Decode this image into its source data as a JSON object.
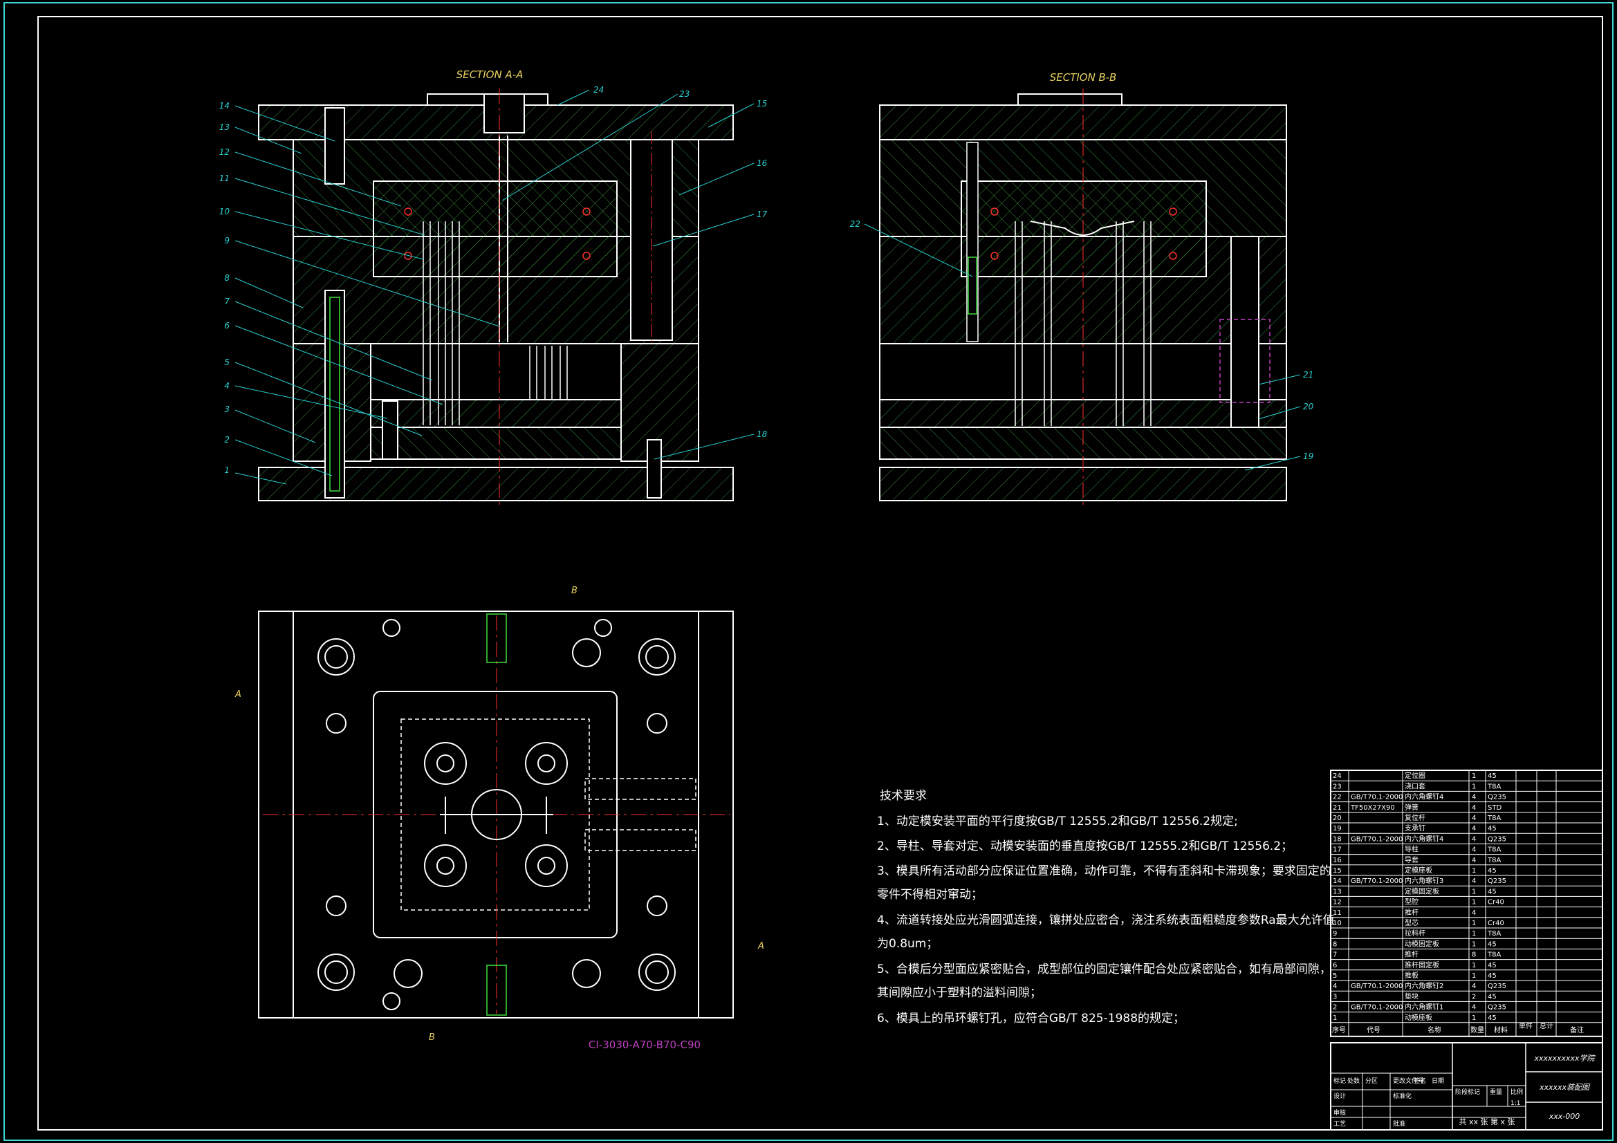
{
  "sections": {
    "a_title": "SECTION A-A",
    "b_title": "SECTION B-B"
  },
  "balloons_a": [
    "1",
    "2",
    "3",
    "4",
    "5",
    "6",
    "7",
    "8",
    "9",
    "10",
    "11",
    "12",
    "13",
    "14",
    "15",
    "16",
    "17",
    "18",
    "23",
    "24"
  ],
  "balloons_b": [
    "19",
    "20",
    "21",
    "22"
  ],
  "plan_view": {
    "marker_a": "A",
    "marker_b": "B",
    "mold_code": "CI-3030-A70-B70-C90"
  },
  "tech_requirements": {
    "heading": "技术要求",
    "items": [
      "1、动定模安装平面的平行度按GB/T 12555.2和GB/T 12556.2规定;",
      "2、导柱、导套对定、动模安装面的垂直度按GB/T 12555.2和GB/T 12556.2；",
      "3、模具所有活动部分应保证位置准确，动作可靠，不得有歪斜和卡滞现象；要求固定的",
      "   零件不得相对窜动；",
      "4、流道转接处应光滑圆弧连接，镶拼处应密合，浇注系统表面粗糙度参数Ra最大允许值",
      "   为0.8um；",
      "5、合模后分型面应紧密贴合，成型部位的固定镶件配合处应紧密贴合，如有局部间隙，",
      "   其间隙应小于塑料的溢料间隙；",
      "6、模具上的吊环螺钉孔，应符合GB/T 825-1988的规定；"
    ]
  },
  "bom": [
    {
      "no": "24",
      "code": "",
      "name": "定位圈",
      "qty": "1",
      "mat": "45",
      "note": ""
    },
    {
      "no": "23",
      "code": "",
      "name": "浇口套",
      "qty": "1",
      "mat": "T8A",
      "note": ""
    },
    {
      "no": "22",
      "code": "GB/T70.1-2000",
      "name": "内六角螺钉4",
      "qty": "4",
      "mat": "Q235",
      "note": ""
    },
    {
      "no": "21",
      "code": "TF50X27X90",
      "name": "弹簧",
      "qty": "4",
      "mat": "STD",
      "note": ""
    },
    {
      "no": "20",
      "code": "",
      "name": "复位杆",
      "qty": "4",
      "mat": "T8A",
      "note": ""
    },
    {
      "no": "19",
      "code": "",
      "name": "支承钉",
      "qty": "4",
      "mat": "45",
      "note": ""
    },
    {
      "no": "18",
      "code": "GB/T70.1-2000",
      "name": "内六角螺钉4",
      "qty": "4",
      "mat": "Q235",
      "note": ""
    },
    {
      "no": "17",
      "code": "",
      "name": "导柱",
      "qty": "4",
      "mat": "T8A",
      "note": ""
    },
    {
      "no": "16",
      "code": "",
      "name": "导套",
      "qty": "4",
      "mat": "T8A",
      "note": ""
    },
    {
      "no": "15",
      "code": "",
      "name": "定模座板",
      "qty": "1",
      "mat": "45",
      "note": ""
    },
    {
      "no": "14",
      "code": "GB/T70.1-2000",
      "name": "内六角螺钉3",
      "qty": "4",
      "mat": "Q235",
      "note": ""
    },
    {
      "no": "13",
      "code": "",
      "name": "定模固定板",
      "qty": "1",
      "mat": "45",
      "note": ""
    },
    {
      "no": "12",
      "code": "",
      "name": "型腔",
      "qty": "1",
      "mat": "Cr40",
      "note": ""
    },
    {
      "no": "11",
      "code": "",
      "name": "推杆",
      "qty": "4",
      "mat": "",
      "note": ""
    },
    {
      "no": "10",
      "code": "",
      "name": "型芯",
      "qty": "1",
      "mat": "Cr40",
      "note": ""
    },
    {
      "no": "9",
      "code": "",
      "name": "拉料杆",
      "qty": "1",
      "mat": "T8A",
      "note": ""
    },
    {
      "no": "8",
      "code": "",
      "name": "动模固定板",
      "qty": "1",
      "mat": "45",
      "note": ""
    },
    {
      "no": "7",
      "code": "",
      "name": "推杆",
      "qty": "8",
      "mat": "T8A",
      "note": ""
    },
    {
      "no": "6",
      "code": "",
      "name": "推杆固定板",
      "qty": "1",
      "mat": "45",
      "note": ""
    },
    {
      "no": "5",
      "code": "",
      "name": "推板",
      "qty": "1",
      "mat": "45",
      "note": ""
    },
    {
      "no": "4",
      "code": "GB/T70.1-2000",
      "name": "内六角螺钉2",
      "qty": "4",
      "mat": "Q235",
      "note": ""
    },
    {
      "no": "3",
      "code": "",
      "name": "垫块",
      "qty": "2",
      "mat": "45",
      "note": ""
    },
    {
      "no": "2",
      "code": "GB/T70.1-2000",
      "name": "内六角螺钉1",
      "qty": "4",
      "mat": "Q235",
      "note": ""
    },
    {
      "no": "1",
      "code": "",
      "name": "动模座板",
      "qty": "1",
      "mat": "45",
      "note": ""
    }
  ],
  "bom_header": {
    "no": "序号",
    "code": "代号",
    "name": "名称",
    "qty": "数量",
    "mat": "材料",
    "w1": "单件",
    "w2": "总计",
    "note": "备注"
  },
  "title_block": {
    "school": "xxxxxxxxxx学院",
    "drawing": "xxxxxx装配图",
    "number": "xxx-000",
    "scale": "1:1",
    "sheets": "共 xx 张  第 x 张",
    "design": "设计",
    "check": "审核",
    "process": "工艺",
    "approve": "批准",
    "standard": "标准化",
    "stage": "阶段标记",
    "weight": "重量",
    "ratio": "比例",
    "mark": "标记",
    "count": "处数",
    "zone": "分区",
    "change": "更改文件号",
    "sign": "签名",
    "date": "日期"
  },
  "colors": {
    "frame": "#3fd6d6",
    "line": "#ffffff",
    "hatch": "#4fa04f",
    "center": "#ff3030",
    "leader": "#2ad0d0",
    "title": "#e8d060",
    "magenta": "#c040c0",
    "green": "#40e040"
  }
}
